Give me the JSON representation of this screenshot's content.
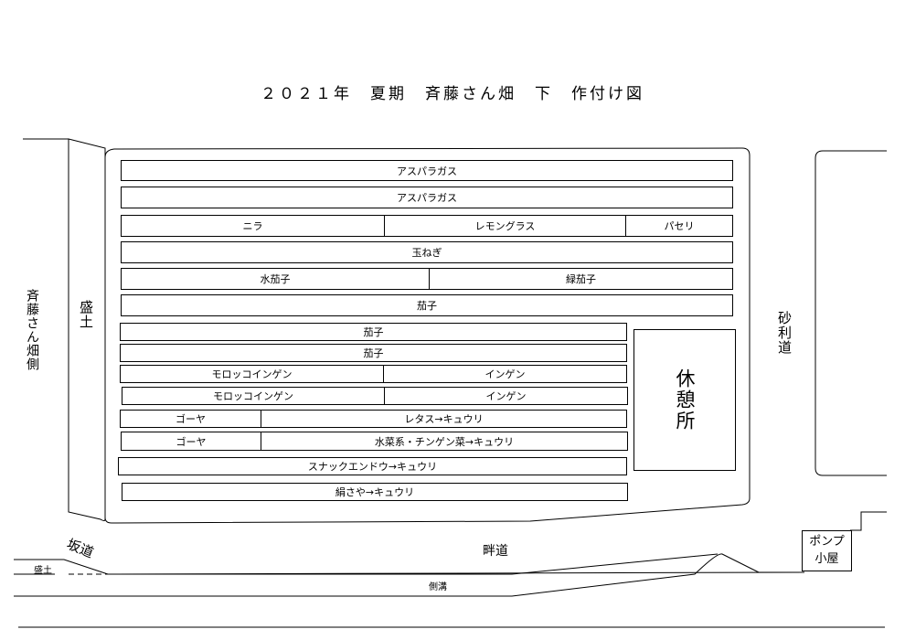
{
  "title": "２０２１年　夏期　斉藤さん畑　下　作付け図",
  "side_labels": {
    "left_field": "斉藤さん畑側",
    "mound": "盛土",
    "gravel_road": "砂利道",
    "slope_road": "坂道",
    "path": "畔道",
    "mound_small": "盛土",
    "ditch": "側溝"
  },
  "rest_area": "休憩所",
  "pump_house": {
    "line1": "ポンプ",
    "line2": "小屋"
  },
  "rows": [
    {
      "cells": [
        "アスパラガス"
      ]
    },
    {
      "cells": [
        "アスパラガス"
      ]
    },
    {
      "cells": [
        "ニラ",
        "レモングラス",
        "パセリ"
      ]
    },
    {
      "cells": [
        "玉ねぎ"
      ]
    },
    {
      "cells": [
        "水茄子",
        "緑茄子"
      ]
    },
    {
      "cells": [
        "茄子"
      ]
    },
    {
      "cells": [
        "茄子"
      ]
    },
    {
      "cells": [
        "茄子"
      ]
    },
    {
      "cells": [
        "モロッコインゲン",
        "インゲン"
      ]
    },
    {
      "cells": [
        "モロッコインゲン",
        "インゲン"
      ]
    },
    {
      "cells": [
        "ゴーヤ",
        "レタス→キュウリ"
      ]
    },
    {
      "cells": [
        "ゴーヤ",
        "水菜系・チンゲン菜→キュウリ"
      ]
    },
    {
      "cells": [
        "スナックエンドウ→キュウリ"
      ]
    },
    {
      "cells": [
        "絹さや→キュウリ"
      ]
    }
  ]
}
